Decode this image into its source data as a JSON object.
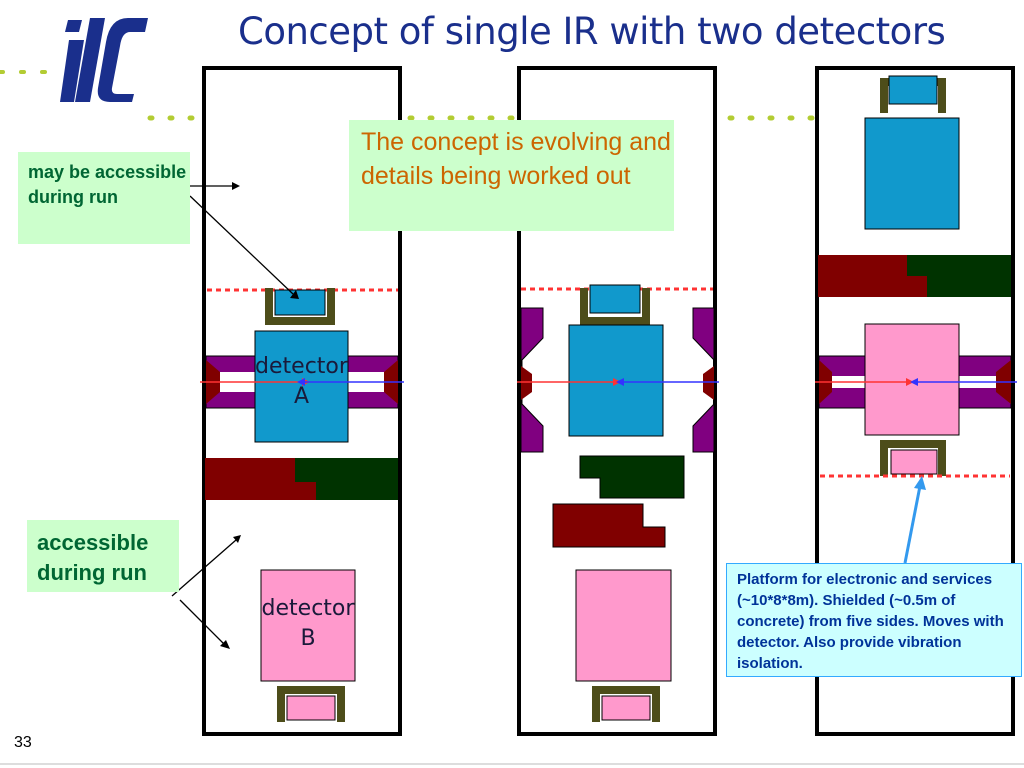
{
  "title": "Concept of single IR with two detectors",
  "logo": {
    "text": "ilc",
    "icon": "ilc-logo"
  },
  "notes": {
    "may_be_accessible": "may be accessible during run",
    "accessible_during_run": "accessible during run",
    "concept_evolving": "The concept is evolving and details being worked out",
    "platform": "Platform for electronic and services (~10*8*8m). Shielded (~0.5m of concrete) from five sides. Moves with detector. Also provide vibration isolation."
  },
  "detectors": {
    "a_line1": "detector",
    "a_line2": "A",
    "b_line1": "detector",
    "b_line2": "B"
  },
  "page_number": "33",
  "colors": {
    "title": "#1a2f8c",
    "detector_a": "#1199cc",
    "detector_b": "#ff99cc",
    "shield_dark_red": "#800000",
    "shield_dark_green": "#003300",
    "magnet_purple": "#800080",
    "platform_frame": "#4d4d1a",
    "dotted_red": "#ff3333",
    "dotted_green": "#b3cc33",
    "note_green": "#ccffcc",
    "note_cyan": "#ccffff"
  }
}
